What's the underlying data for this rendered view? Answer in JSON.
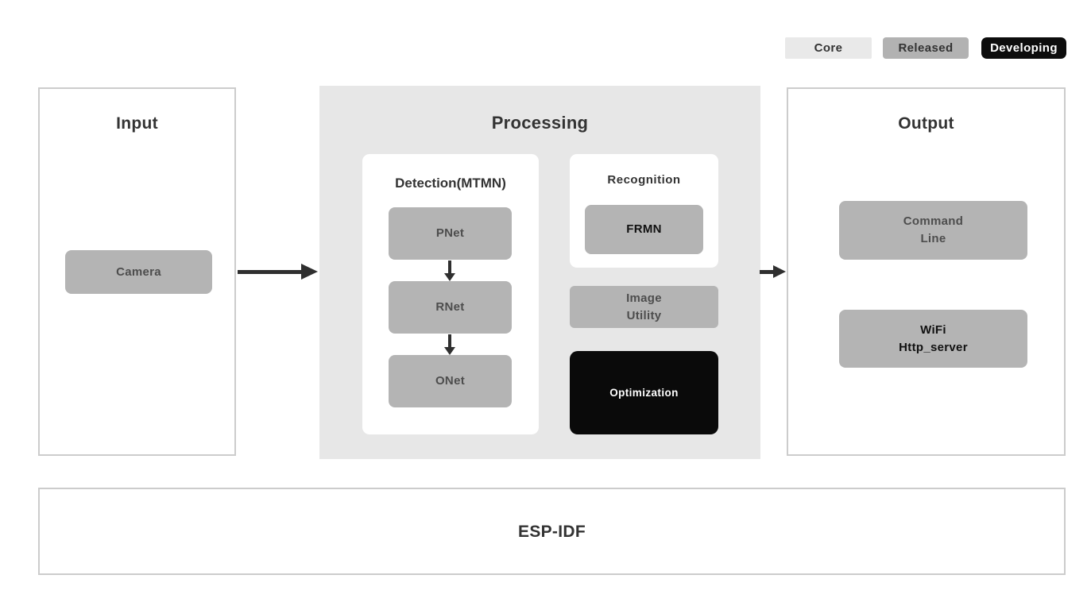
{
  "colors": {
    "background": "#ffffff",
    "panel_border": "#cccccc",
    "processing_bg": "#e7e7e7",
    "node_gray": "#b4b4b4",
    "node_black": "#0a0a0a",
    "title_text": "#333333",
    "node_text": "#4d4d4d",
    "node_text_dark": "#111111",
    "arrow": "#2f2f2f",
    "legend_core_bg": "#e9e9e9",
    "legend_released_bg": "#b2b2b2",
    "legend_developing_bg": "#0d0d0d"
  },
  "legend": {
    "core": "Core",
    "released": "Released",
    "developing": "Developing"
  },
  "input": {
    "title": "Input",
    "camera": "Camera"
  },
  "processing": {
    "title": "Processing",
    "detection": {
      "title": "Detection(MTMN)",
      "pnet": "PNet",
      "rnet": "RNet",
      "onet": "ONet"
    },
    "recognition": {
      "title": "Recognition",
      "frmn": "FRMN"
    },
    "image_utility": {
      "line1": "Image",
      "line2": "Utility"
    },
    "optimization": "Optimization"
  },
  "output": {
    "title": "Output",
    "command_line": {
      "line1": "Command",
      "line2": "Line"
    },
    "wifi": {
      "line1": "WiFi",
      "line2": "Http_server"
    }
  },
  "foundation": {
    "title": "ESP-IDF"
  }
}
